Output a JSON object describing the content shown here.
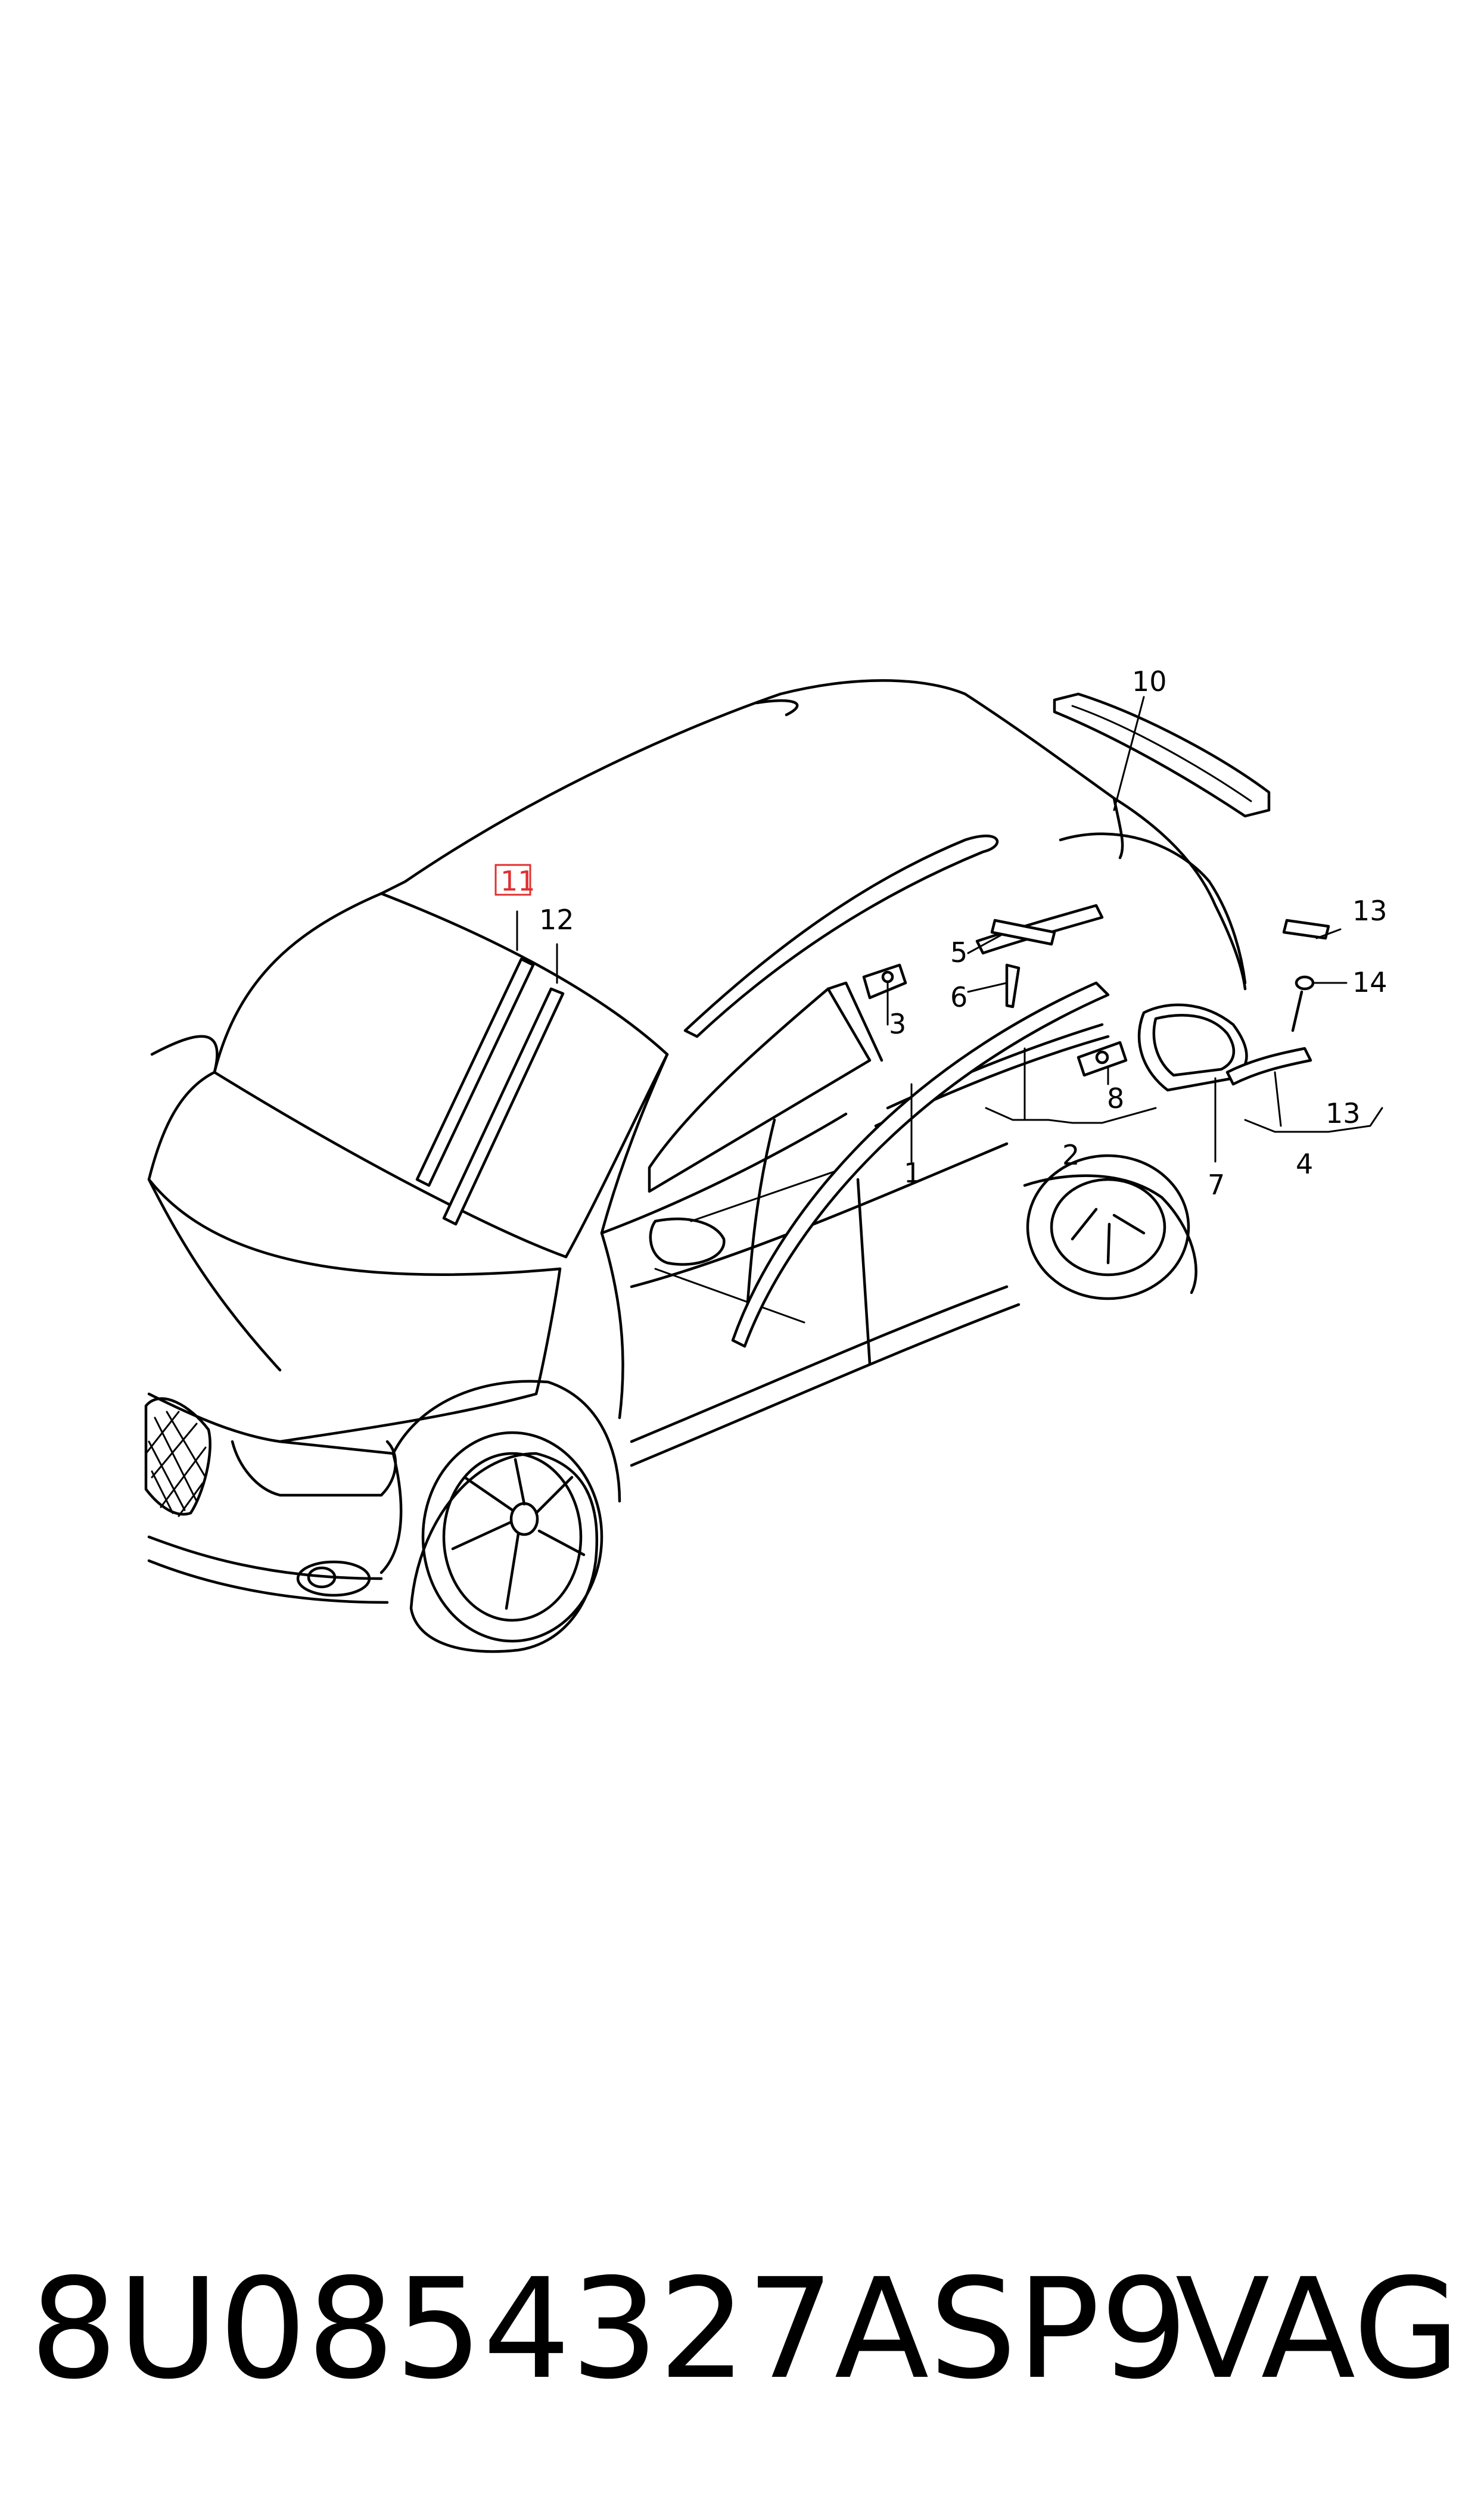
{
  "callouts": [
    "1",
    "2",
    "3",
    "4",
    "5",
    "6",
    "7",
    "8",
    "10",
    "11",
    "12",
    "13",
    "13",
    "14"
  ],
  "highlighted_callout": "11",
  "highlight_color": "#e03030",
  "footer": {
    "part_number": "8U0854327ASP9",
    "brand": "VAG"
  }
}
